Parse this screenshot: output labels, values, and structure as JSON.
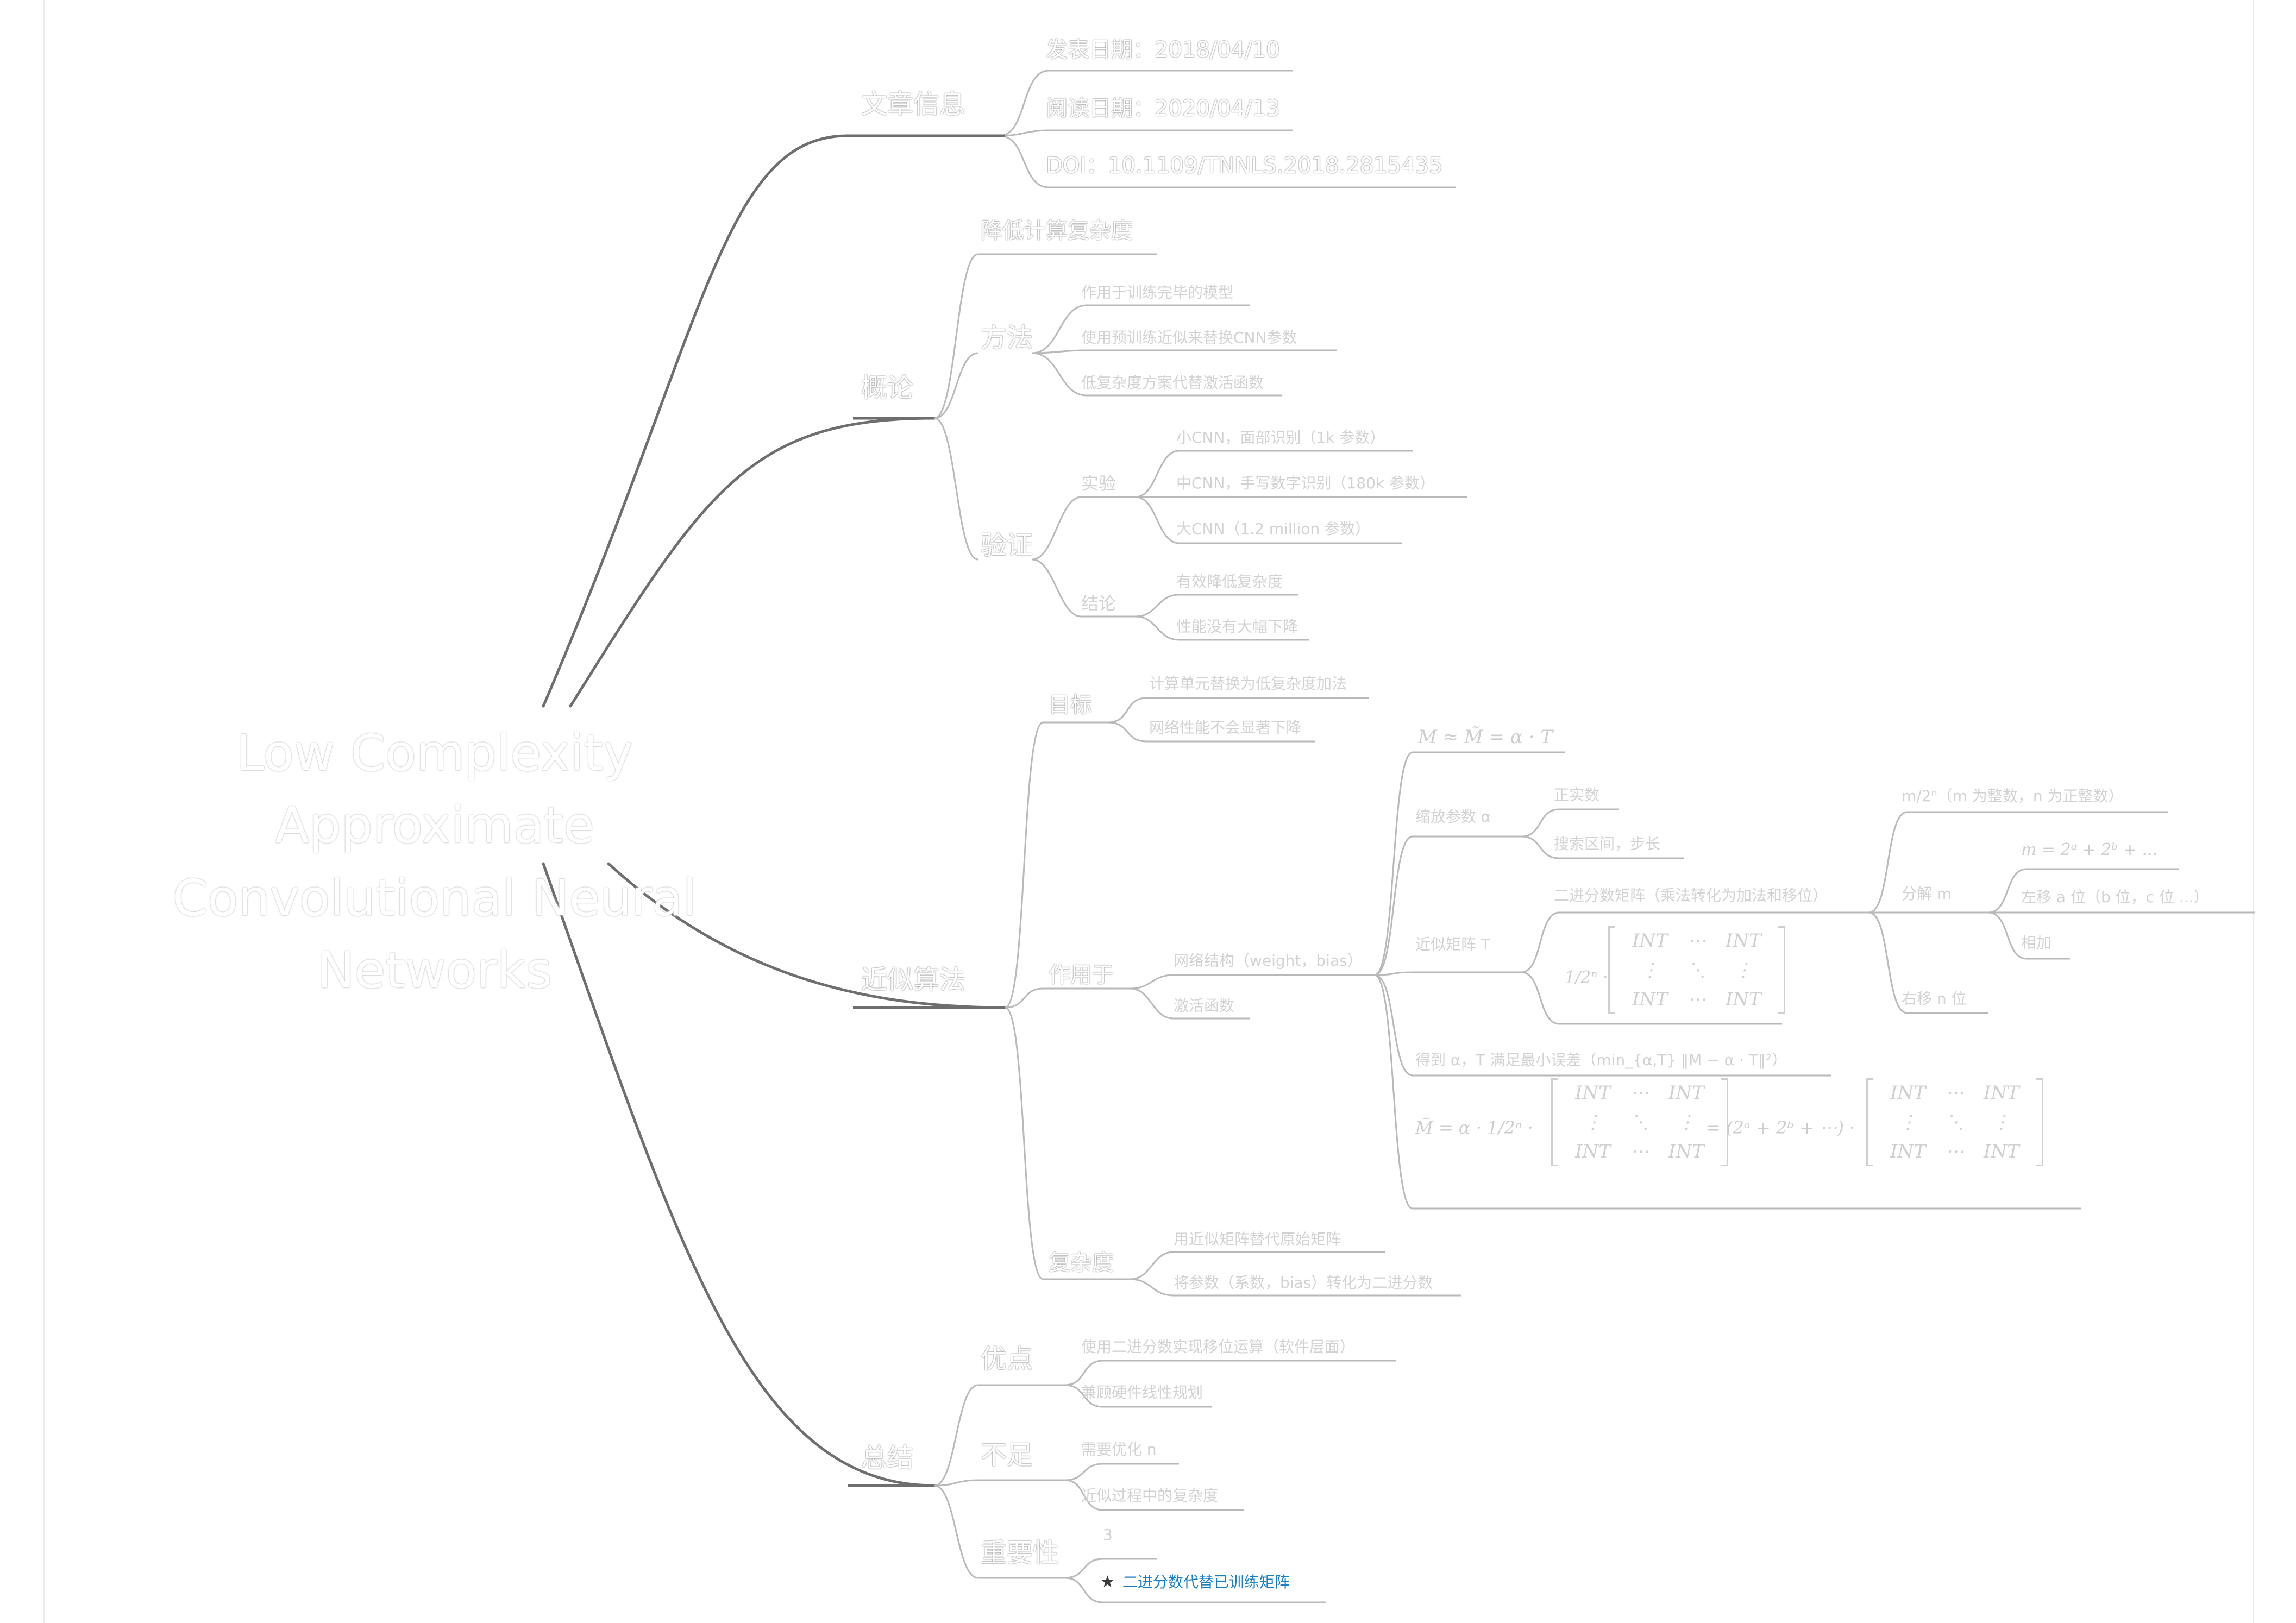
{
  "root": {
    "line1": "Low Complexity Approximate",
    "line2": "Convolutional Neural Networks"
  },
  "branches": {
    "article": {
      "label": "文章信息",
      "items": [
        "发表日期：2018/04/10",
        "阅读日期：2020/04/13",
        "DOI：10.1109/TNNLS.2018.2815435"
      ]
    },
    "concept": {
      "label": "概论",
      "goal": "降低计算复杂度",
      "method": {
        "label": "方法",
        "items": [
          "作用于训练完毕的模型",
          "使用预训练近似来替换CNN参数",
          "低复杂度方案代替激活函数"
        ]
      },
      "validation": {
        "label": "验证",
        "experiment": {
          "label": "实验",
          "items": [
            "小CNN，面部识别（1k 参数）",
            "中CNN，手写数字识别（180k 参数）",
            "大CNN（1.2 million 参数）"
          ]
        },
        "conclusion": {
          "label": "结论",
          "items": [
            "有效降低复杂度",
            "性能没有大幅下降"
          ]
        }
      }
    },
    "approx": {
      "label": "近似算法",
      "target": {
        "label": "目标",
        "items": [
          "计算单元替换为低复杂度加法",
          "网络性能不会显著下降"
        ]
      },
      "apply": {
        "label": "作用于",
        "weights": "网络结构（weight，bias）",
        "activation": "激活函数",
        "formula_m": "M ≈ M̃ = α · T",
        "alpha": {
          "label": "缩放参数 α",
          "items": [
            "正实数",
            "搜索区间，步长"
          ]
        },
        "T": {
          "label": "近似矩阵 T",
          "dyadic": "二进分数矩阵（乘法转化为加法和移位）",
          "dyadic_items": {
            "m_over": "m/2ⁿ（m 为整数，n 为正整数）",
            "decompose": "分解 m",
            "decompose_items": [
              "m = 2ᵃ + 2ᵇ + ...",
              "左移 a 位（b 位，c 位 ...）",
              "相加"
            ],
            "shift": "右移 n 位"
          },
          "frac": "1/2ⁿ ·",
          "int": "INT",
          "dots_h": "⋯",
          "dots_v": "⋮",
          "dots_d": "⋱"
        },
        "solve": "得到 α，T 满足最小误差（min_{α,T} ‖M − α · T‖²）",
        "expanded": {
          "lhs": "M̃ = α · 1/2ⁿ ·",
          "mid": "= (2ᵃ + 2ᵇ + ⋯) ·"
        }
      },
      "complexity": {
        "label": "复杂度",
        "items": [
          "用近似矩阵替代原始矩阵",
          "将参数（系数，bias）转化为二进分数"
        ]
      }
    },
    "summary": {
      "label": "总结",
      "pros": {
        "label": "优点",
        "items": [
          "使用二进分数实现移位运算（软件层面）",
          "兼顾硬件线性规划"
        ]
      },
      "cons": {
        "label": "不足",
        "items": [
          "需要优化 n",
          "近似过程中的复杂度"
        ]
      },
      "importance": {
        "label": "重要性",
        "items": [
          "3",
          "二进分数代替已训练矩阵"
        ]
      }
    }
  },
  "colors": {
    "line": "#6e6e6e",
    "text": "#d2d2d2",
    "highlight": "#1a7fc1",
    "star": "#3a3a3a"
  }
}
